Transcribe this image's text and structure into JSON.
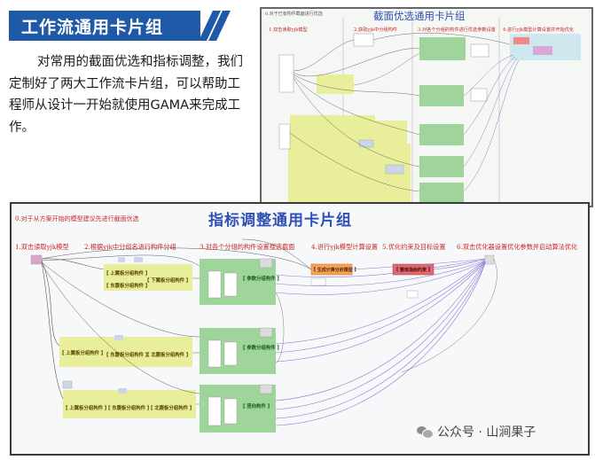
{
  "page": {
    "title": "工作流通用卡片组",
    "intro": "对常用的截面优选和指标调整，我们定制好了两大工作流卡片组，可以帮助工程师从设计一开始就使用GAMA来完成工作。",
    "watermark": "公众号 · 山涧果子"
  },
  "panel_a": {
    "title": "截面优选通用卡片组",
    "note": "0.对于已有构件截面进行优选",
    "sections": [
      "1.双击读取yjk模型",
      "2.获取yjk中分组构件",
      "3.对各个分组的构件进行优选参数设置",
      "4.进行yjk模型计算设置并开始优化"
    ]
  },
  "panel_b": {
    "title": "指标调整通用卡片组",
    "note": "0.对于从方案开始的模型建议先进行截面优选",
    "sections": [
      "1.双击读取yjk模型",
      "2.根据yjk中分组名进行构件分组",
      "3.对各个分组的构件设置搜选截面",
      "4.进行yjk模型计算设置",
      "5.优化约束及目标设置",
      "6.双击优化器设置优化参数并启动算法优化"
    ],
    "nodes": {
      "g1a": "【 上翼板分组构件 】",
      "g1b": "【 下翼板分组构件 】",
      "g1c": "【 东腹板分组构件 】",
      "g2a": "【 上翼板分组构件 】",
      "g2b": "【 东腹板分组构件 】",
      "g2c": "【 北腹板分组构件 】",
      "g3a": "【 上翼板分组构件 】",
      "g3b": "【 东腹板分组构件 】",
      "g3c": "【 北腹板分组构件 】",
      "mid1": "【 参数分组构件 】",
      "mid2": "【 参数分组构件 】",
      "mid3": "【 竖向构件 】",
      "calc": "【 生成计算分析模型 】",
      "target": "【 整体指标约束 】"
    }
  },
  "colors": {
    "banner": "#1f5aa8",
    "panel_title": "#2f4fb5",
    "section_label": "#c62828",
    "yellow_group": "#e8ee9a",
    "green_group": "#9fd49a",
    "orange_node": "#f5a25a",
    "red_node": "#e06a6a",
    "wire_purple": "#8e7bd6"
  }
}
